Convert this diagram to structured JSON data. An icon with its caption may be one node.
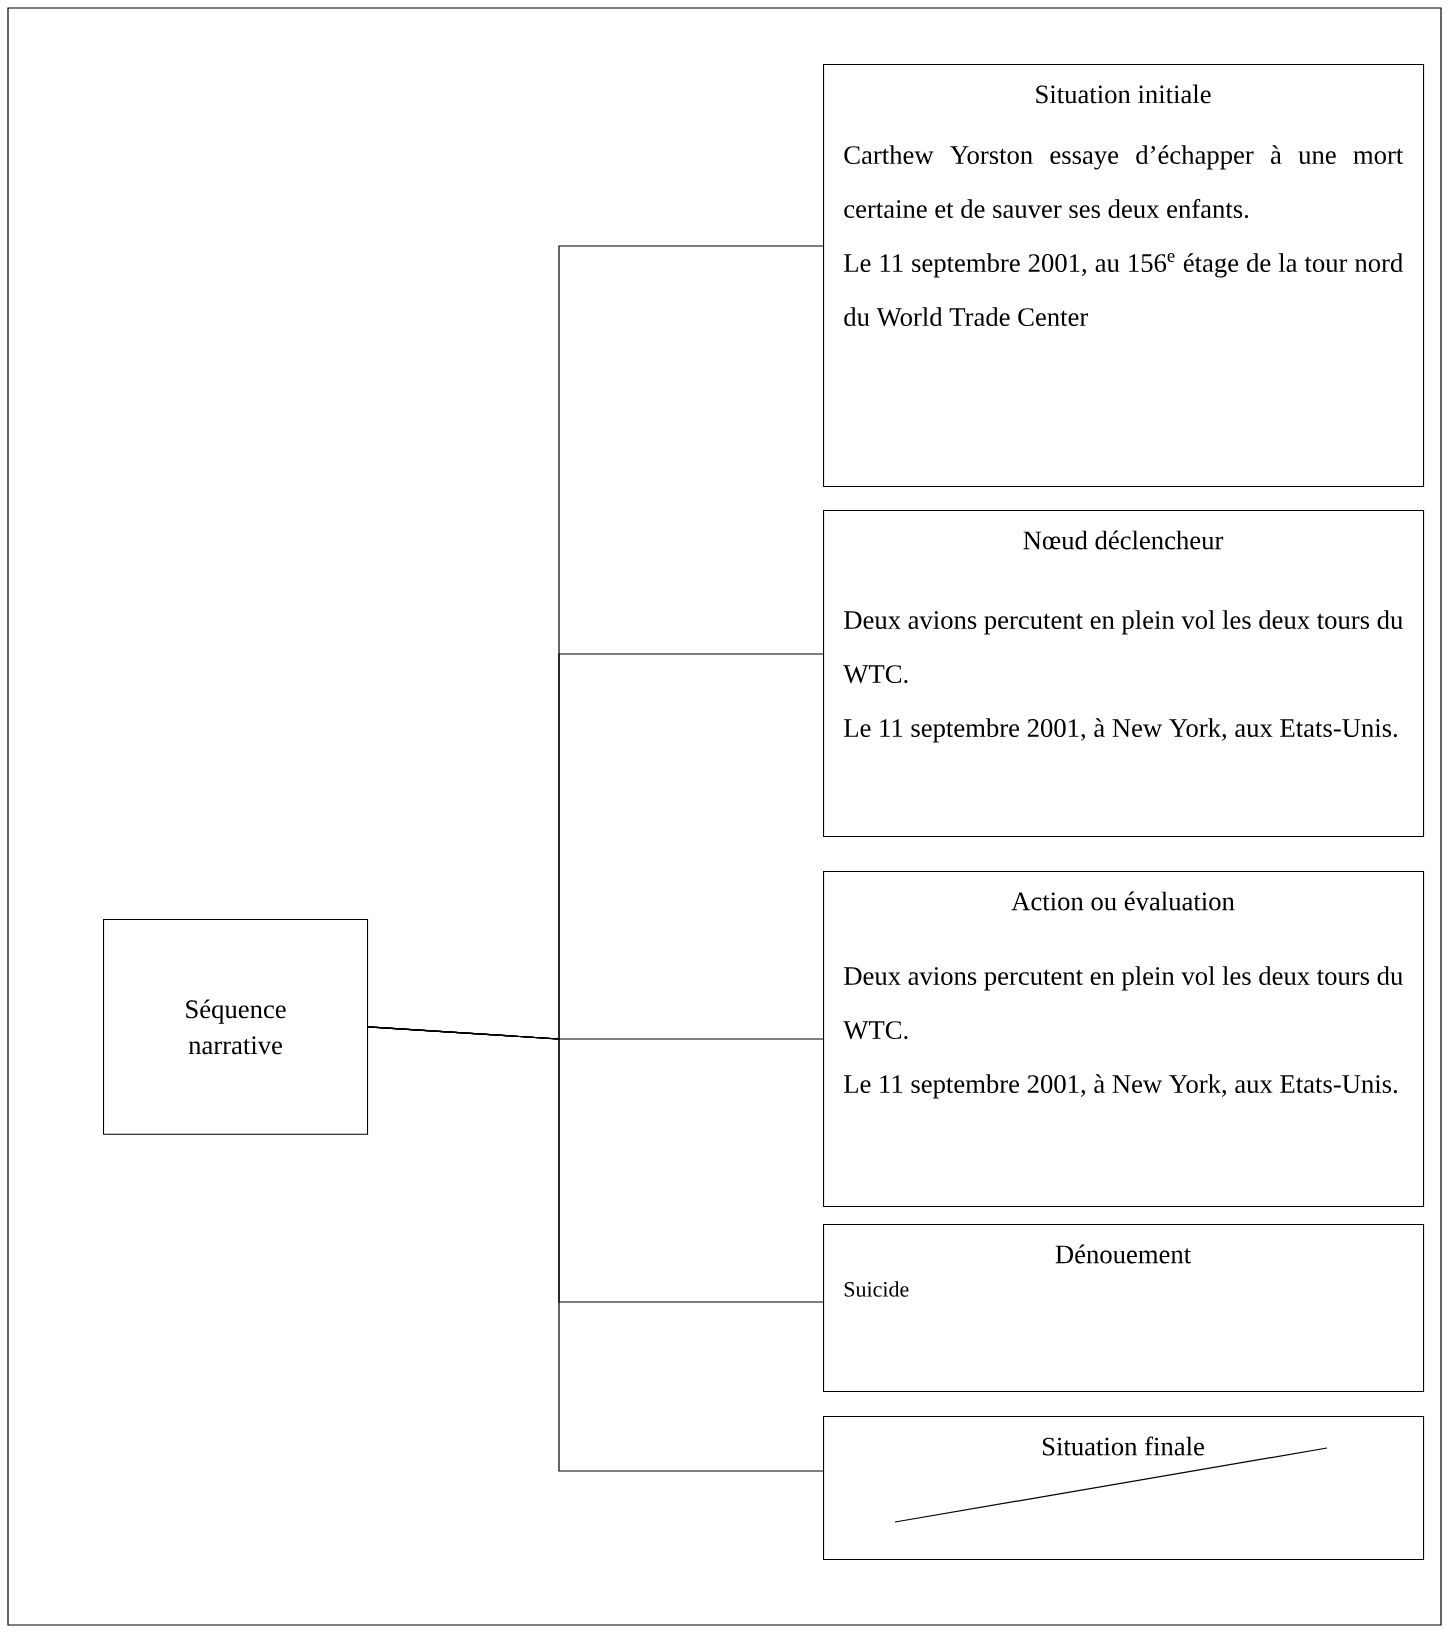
{
  "diagram": {
    "nodes": [
      {
        "text": [
          "Séquence narrative"
        ]
      },
      {
        "text": [
          "Situation initiale",
          "Carthew Yorston essaye d’échapper à une mort certaine et de sauver ses deux enfants.",
          "Le 11 septembre 2001, au 156$^{e}$ étage de la tour nord du World Trade Center"
        ]
      },
      {
        "text": [
          "Nœud déclencheur",
          "Deux avions percutent en plein vol les deux tours du WTC.",
          "Le 11 septembre 2001, à New York, aux Etats-Unis."
        ]
      },
      {
        "text": [
          "Action ou évaluation",
          "Deux avions percutent en plein vol les deux tours du WTC.",
          "Le 11 septembre 2001, à New York, aux Etats-Unis."
        ]
      },
      {
        "text": [
          "Dénouement",
          "Suicide"
        ]
      },
      {
        "text": [
          "Situation finale"
        ]
      }
    ],
    "edges": [
      {
        "from": 0,
        "to": 1,
        "arrow": "none"
      },
      {
        "from": 0,
        "to": 2,
        "arrow": "none"
      },
      {
        "from": 0,
        "to": 3,
        "arrow": "none"
      },
      {
        "from": 0,
        "to": 4,
        "arrow": "none"
      },
      {
        "from": 0,
        "to": 5,
        "arrow": "none"
      }
    ]
  }
}
